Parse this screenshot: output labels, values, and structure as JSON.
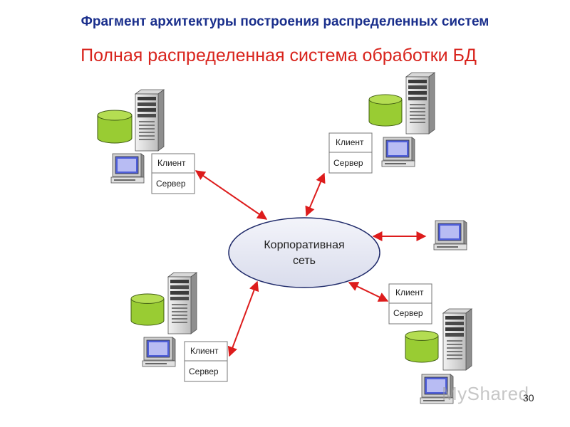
{
  "header": {
    "title": "Фрагмент архитектуры построения распределенных систем",
    "subtitle": "Полная распределенная система обработки БД"
  },
  "network": {
    "line1": "Корпоративная",
    "line2": "сеть"
  },
  "nodes": [
    {
      "client_label": "Клиент",
      "server_label": "Сервер"
    },
    {
      "client_label": "Клиент",
      "server_label": "Сервер"
    },
    {
      "client_label": "Клиент",
      "server_label": "Сервер"
    },
    {
      "client_label": "Клиент",
      "server_label": "Сервер"
    }
  ],
  "colors": {
    "arrow": "#dd1c1c",
    "database": "#99cc33",
    "network_fill": "#e5e7f2",
    "title": "#1a2f8c",
    "subtitle": "#d8231c"
  },
  "footer": {
    "watermark": "MyShared",
    "page_number": "30"
  }
}
